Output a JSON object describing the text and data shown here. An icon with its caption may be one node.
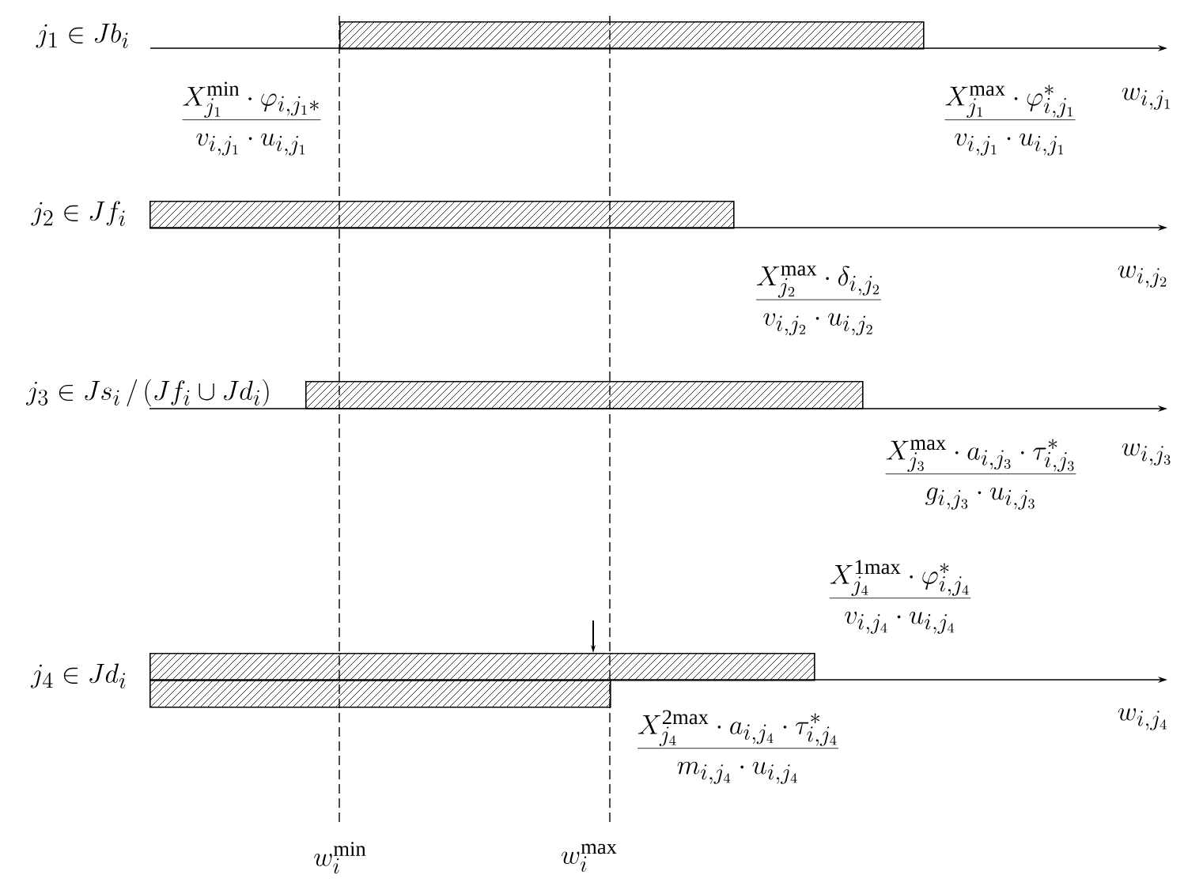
{
  "diagram": {
    "nodes": [
      {
        "text": [],
        "shape": "bar"
      },
      {
        "text": [],
        "shape": "bar"
      },
      {
        "text": [],
        "shape": "bar"
      },
      {
        "text": [],
        "shape": "bar"
      },
      {
        "text": [],
        "shape": "bar"
      }
    ],
    "edges": [
      {
        "from": null,
        "to": 3,
        "arrow": "to"
      }
    ],
    "labels": [
      "j_1 \\in Jb_i",
      "\\frac{X_{j_1}^{\\mathrm{min}} \\cdot \\varphi_{i,j_1*}}{v_{i,j_1} \\cdot u_{i,j_1}}",
      "\\frac{X_{j_1}^{\\mathrm{max}} \\cdot \\varphi_{i,j_1}^{*}}{v_{i,j_1} \\cdot u_{i,j_1}}",
      "w_{i,j_1}",
      "j_2 \\in Jf_i",
      "\\frac{X_{j_2}^{\\mathrm{max}} \\cdot \\delta_{i,j_2}}{v_{i,j_2} \\cdot u_{i,j_2}}",
      "w_{i,j_2}",
      "j_3 \\in Js_i \\,/\\left(Jf_i \\cup Jd_i\\right)",
      "\\frac{X_{j_3}^{\\mathrm{max}} \\cdot a_{i,j_3} \\cdot \\tau_{i,j_3}^{*}}{g_{i,j_3} \\cdot u_{i,j_3}}",
      "w_{i,j_3}",
      "\\frac{X_{j_4}^{\\mathrm{1max}} \\cdot \\varphi_{i,j_4}^{*}}{v_{i,j_4} \\cdot u_{i,j_4}}",
      "j_4 \\in Jd_i",
      "\\frac{X_{j_4}^{\\mathrm{2max}} \\cdot a_{i,j_4} \\cdot \\tau_{i,j_4}^{*}}{m_{i,j_4} \\cdot u_{i,j_4}}",
      "w_{i,j_4}",
      "w_i^{\\mathrm{min}}",
      "w_i^{\\mathrm{max}}"
    ]
  }
}
